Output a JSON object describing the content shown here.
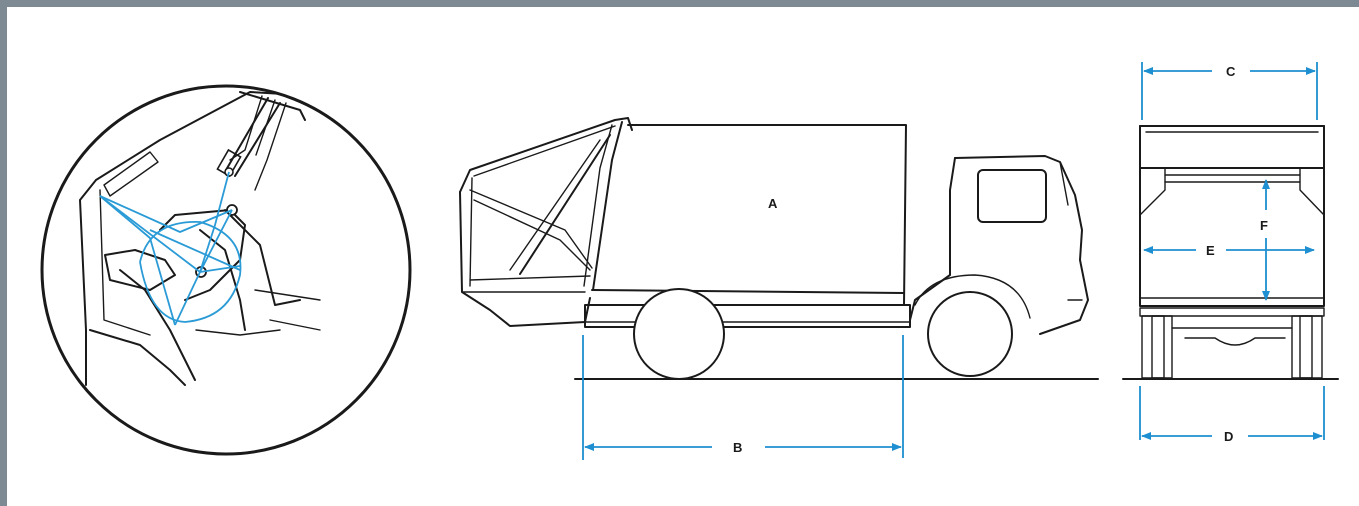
{
  "diagram": {
    "labels": {
      "A": "A",
      "B": "B",
      "C": "C",
      "D": "D",
      "E": "E",
      "F": "F"
    },
    "colors": {
      "frame_border": "#7d8a93",
      "line_ink": "#1a1a1a",
      "dimension": "#1e8fd0",
      "mechanism": "#2a9bd6"
    }
  }
}
